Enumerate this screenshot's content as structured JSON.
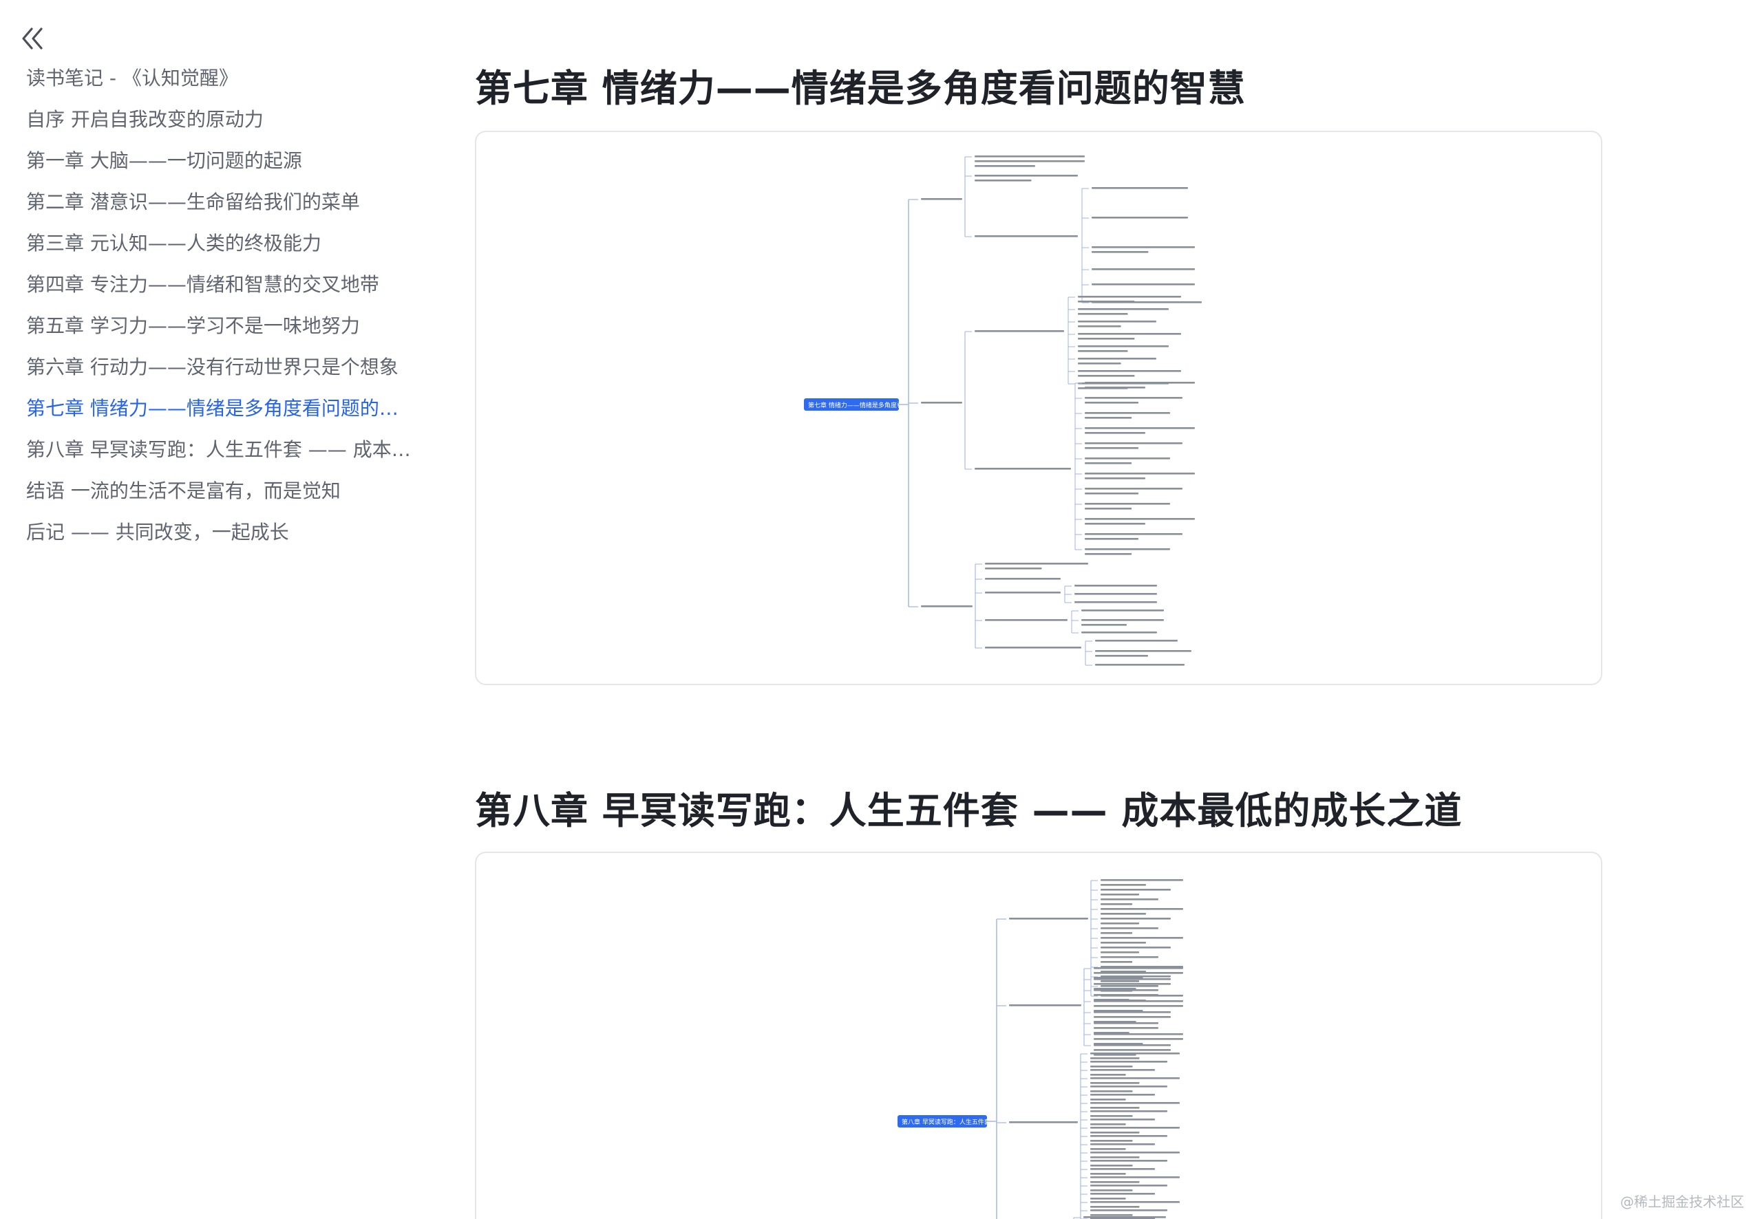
{
  "sidebar": {
    "collapse_icon": "double-chevron-left-icon",
    "items": [
      {
        "label": "读书笔记 - 《认知觉醒》",
        "active": false
      },
      {
        "label": "自序 开启自我改变的原动力",
        "active": false
      },
      {
        "label": "第一章 大脑——一切问题的起源",
        "active": false
      },
      {
        "label": "第二章 潜意识——生命留给我们的菜单",
        "active": false
      },
      {
        "label": "第三章 元认知——人类的终极能力",
        "active": false
      },
      {
        "label": "第四章 专注力——情绪和智慧的交叉地带",
        "active": false
      },
      {
        "label": "第五章 学习力——学习不是一味地努力",
        "active": false
      },
      {
        "label": "第六章 行动力——没有行动世界只是个想象",
        "active": false
      },
      {
        "label": "第七章 情绪力——情绪是多角度看问题的智慧",
        "active": true
      },
      {
        "label": "第八章 早冥读写跑：人生五件套 —— 成本最低的成长之道",
        "active": false
      },
      {
        "label": "结语 一流的生活不是富有，而是觉知",
        "active": false
      },
      {
        "label": "后记 —— 共同改变，一起成长",
        "active": false
      }
    ]
  },
  "main": {
    "sections": [
      {
        "title": "第七章 情绪力——情绪是多角度看问题的智慧",
        "root": "第七章 情绪力——情绪是多角度看问题的智慧"
      },
      {
        "title": "第八章 早冥读写跑：人生五件套 —— 成本最低的成长之道",
        "root": "第八章 早冥读写跑：人生五件套 —— 成本最低的成长之道"
      }
    ]
  },
  "colors": {
    "accent": "#2563eb",
    "node": "#2f6bf0",
    "line": "#9db4e8",
    "text": "#1f2329",
    "muted": "#5f6470"
  },
  "watermark": "@稀土掘金技术社区"
}
